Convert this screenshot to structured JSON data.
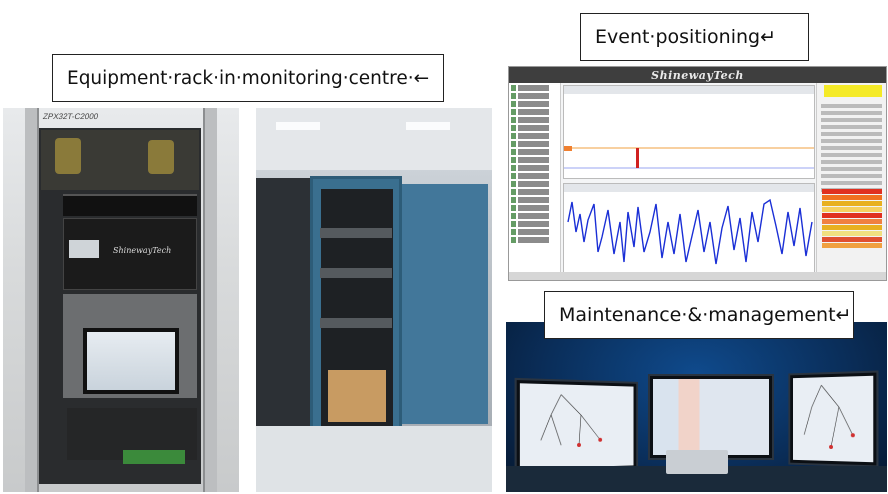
{
  "captions": {
    "rack": "Equipment·rack·in·monitoring·centre·←",
    "event": "Event·positioning↵",
    "maintenance": "Maintenance·&·management↵"
  },
  "photos": {
    "rack_label": "ZPX32T-C2000",
    "rack_brand": "ShinewayTech",
    "app_title": "ShinewayTech"
  },
  "colors": {
    "titlebar": "#3e3e3e",
    "highlight": "#f4ea27",
    "signal": "#1a2fd6",
    "alert": "#e03020"
  }
}
